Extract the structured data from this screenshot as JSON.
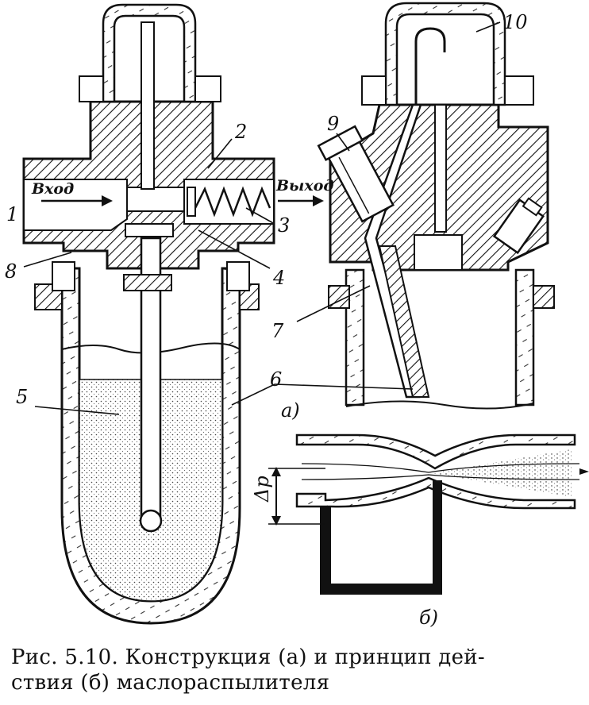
{
  "figure": {
    "view_a": {
      "inlet_label": "Вход",
      "outlet_label": "Выход",
      "part_labels": [
        "1",
        "2",
        "3",
        "4",
        "5",
        "6",
        "7",
        "8",
        "9",
        "10"
      ],
      "subfig_label": "а)"
    },
    "view_b": {
      "dp_label": "Δp",
      "subfig_label": "б)"
    }
  },
  "caption": {
    "line1": "Рис. 5.10. Конструкция (а) и принцип дей-",
    "line2": "ствия (б) маслораспылителя"
  }
}
